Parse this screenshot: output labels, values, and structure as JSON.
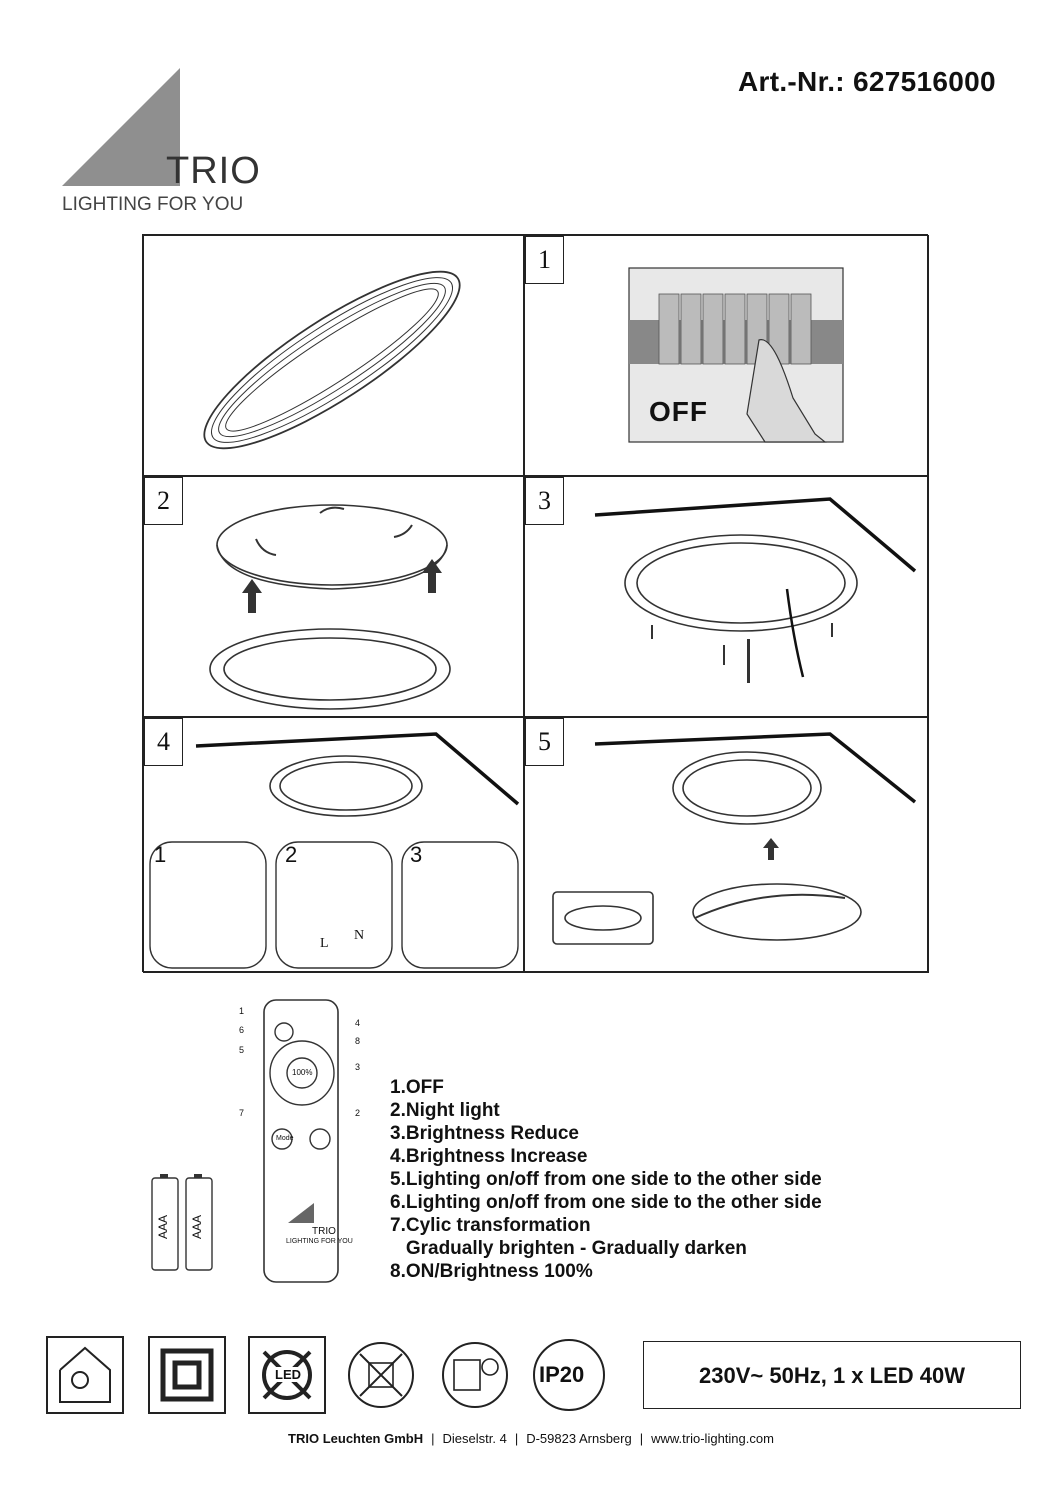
{
  "header": {
    "article_number": "Art.-Nr.: 627516000",
    "brand_name": "TRIO",
    "brand_tagline": "LIGHTING FOR YOU"
  },
  "steps": {
    "step1": "1",
    "step2": "2",
    "step3": "3",
    "step4": "4",
    "step5": "5",
    "off_label": "OFF",
    "wiring_sub_steps": [
      "1",
      "2",
      "3"
    ],
    "wire_labels": {
      "L": "L",
      "N": "N"
    }
  },
  "remote": {
    "center_button": "100%",
    "mode_button": "Mode",
    "callout_numbers": [
      "1",
      "6",
      "5",
      "7",
      "4",
      "8",
      "3",
      "2"
    ],
    "brand_name": "TRIO",
    "brand_tagline": "LIGHTING FOR YOU",
    "battery_labels": [
      "AAA",
      "AAA"
    ]
  },
  "legend": [
    "1.OFF",
    "2.Night light",
    "3.Brightness Reduce",
    "4.Brightness Increase",
    "5.Lighting on/off from one side to the other side",
    "6.Lighting on/off from one side to the other side",
    "7.Cylic transformation",
    "   Gradually brighten - Gradually darken",
    "8.ON/Brightness 100%"
  ],
  "symbols": {
    "led_label": "LED",
    "ip_rating": "IP20",
    "icon_names": [
      "indoor-use-icon",
      "protection-class-2-icon",
      "led-not-replaceable-icon",
      "no-dimmer-icon",
      "no-direct-view-icon",
      "ip20-icon"
    ]
  },
  "spec": "230V~ 50Hz, 1 x LED 40W",
  "footer": {
    "company": "TRIO Leuchten GmbH",
    "street": "Dieselstr. 4",
    "city": "D-59823 Arnsberg",
    "website": "www.trio-lighting.com"
  }
}
